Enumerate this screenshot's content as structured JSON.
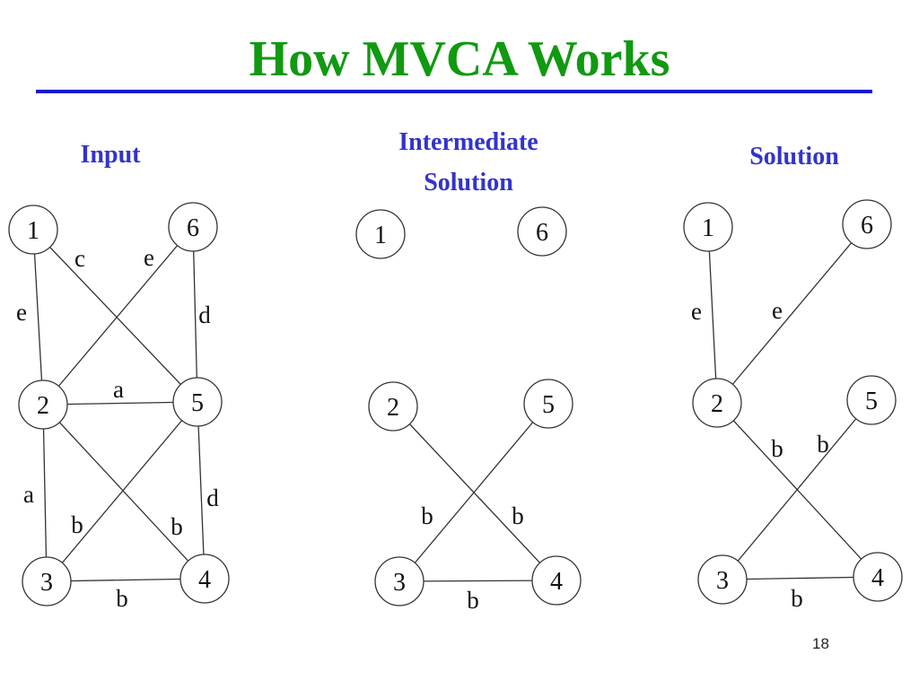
{
  "slide": {
    "title": "How MVCA Works",
    "page_number": "18",
    "colors": {
      "title": "#119911",
      "rule": "#1a1acc",
      "headings": "#3333cc"
    }
  },
  "panels": [
    {
      "id": "input",
      "heading": [
        "Input"
      ],
      "nodes": [
        "1",
        "6",
        "2",
        "5",
        "3",
        "4"
      ],
      "edges": [
        {
          "from": "1",
          "to": "5",
          "label": "c"
        },
        {
          "from": "6",
          "to": "2",
          "label": "e"
        },
        {
          "from": "1",
          "to": "2",
          "label": "e"
        },
        {
          "from": "6",
          "to": "5",
          "label": "d"
        },
        {
          "from": "2",
          "to": "5",
          "label": "a"
        },
        {
          "from": "2",
          "to": "3",
          "label": "a"
        },
        {
          "from": "5",
          "to": "3",
          "label": "b"
        },
        {
          "from": "2",
          "to": "4",
          "label": "b"
        },
        {
          "from": "5",
          "to": "4",
          "label": "d"
        },
        {
          "from": "3",
          "to": "4",
          "label": "b"
        }
      ]
    },
    {
      "id": "intermediate",
      "heading": [
        "Intermediate",
        "Solution"
      ],
      "nodes": [
        "1",
        "6",
        "2",
        "5",
        "3",
        "4"
      ],
      "edges": [
        {
          "from": "5",
          "to": "3",
          "label": "b"
        },
        {
          "from": "2",
          "to": "4",
          "label": "b"
        },
        {
          "from": "3",
          "to": "4",
          "label": "b"
        }
      ]
    },
    {
      "id": "solution",
      "heading": [
        "Solution"
      ],
      "nodes": [
        "1",
        "6",
        "2",
        "5",
        "3",
        "4"
      ],
      "edges": [
        {
          "from": "1",
          "to": "2",
          "label": "e"
        },
        {
          "from": "6",
          "to": "2",
          "label": "e"
        },
        {
          "from": "2",
          "to": "4",
          "label": "b"
        },
        {
          "from": "5",
          "to": "3",
          "label": "b"
        },
        {
          "from": "3",
          "to": "4",
          "label": "b"
        }
      ]
    }
  ]
}
